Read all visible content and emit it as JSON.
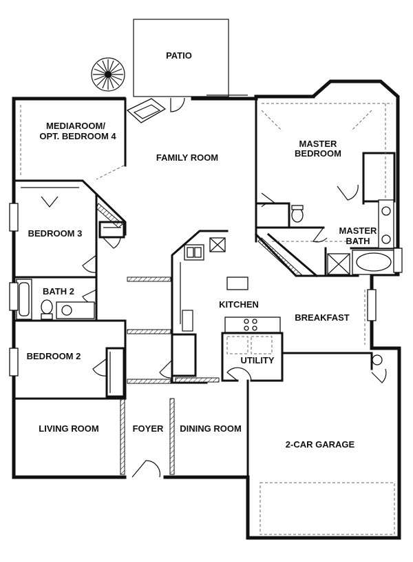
{
  "rooms": {
    "patio": "PATIO",
    "mediaroom_line1": "MEDIAROOM/",
    "mediaroom_line2": "OPT. BEDROOM 4",
    "family_room": "FAMILY ROOM",
    "master_bedroom_line1": "MASTER",
    "master_bedroom_line2": "BEDROOM",
    "master_bath_line1": "MASTER",
    "master_bath_line2": "BATH",
    "bedroom3": "BEDROOM 3",
    "bath2": "BATH 2",
    "kitchen": "KITCHEN",
    "breakfast": "BREAKFAST",
    "bedroom2": "BEDROOM 2",
    "utility": "UTILITY",
    "living_room": "LIVING ROOM",
    "foyer": "FOYER",
    "dining_room": "DINING ROOM",
    "garage": "2-CAR GARAGE"
  },
  "colors": {
    "line": "#111111",
    "background": "#ffffff"
  }
}
